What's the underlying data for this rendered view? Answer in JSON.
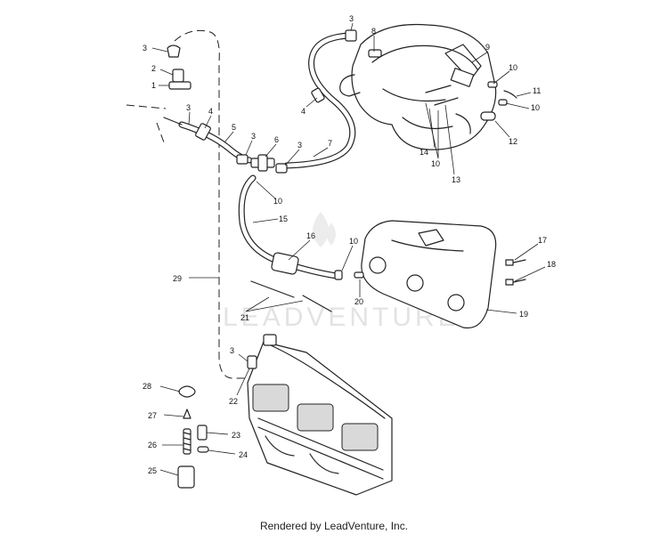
{
  "watermark": "LEADVENTURE",
  "credit": "Rendered by LeadVenture, Inc.",
  "callouts": {
    "c1": "1",
    "c2": "2",
    "c3a": "3",
    "c3b": "3",
    "c3c": "3",
    "c3d": "3",
    "c3e": "3",
    "c3f": "3",
    "c4a": "4",
    "c4b": "4",
    "c5": "5",
    "c6": "6",
    "c7": "7",
    "c8": "8",
    "c9": "9",
    "c10a": "10",
    "c10b": "10",
    "c10c": "10",
    "c10d": "10",
    "c10e": "10",
    "c11": "11",
    "c12": "12",
    "c13": "13",
    "c14": "14",
    "c15": "15",
    "c16": "16",
    "c17": "17",
    "c18": "18",
    "c19": "19",
    "c20": "20",
    "c21": "21",
    "c22": "22",
    "c23": "23",
    "c24": "24",
    "c25": "25",
    "c26": "26",
    "c27": "27",
    "c28": "28",
    "c29": "29"
  }
}
